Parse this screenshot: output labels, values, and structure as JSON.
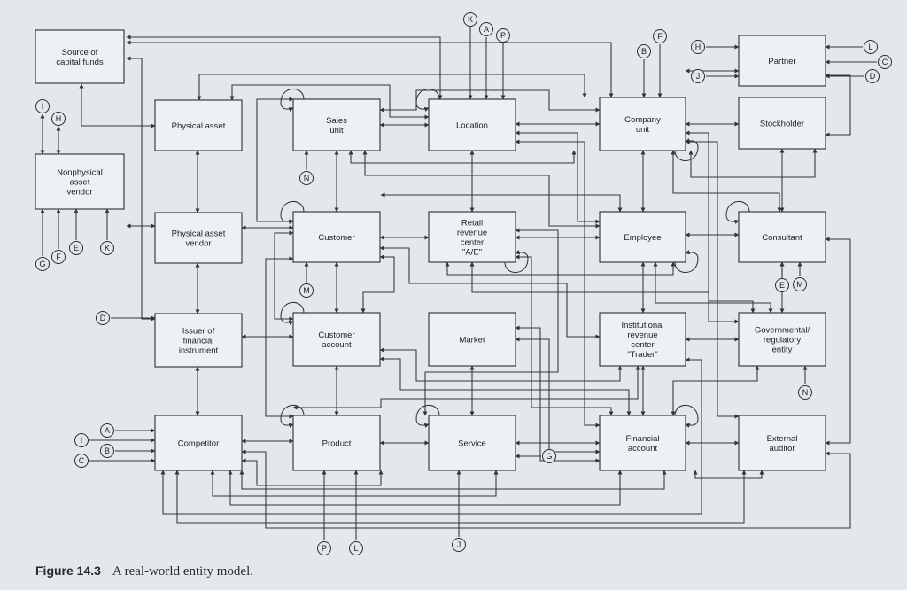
{
  "caption": {
    "number": "Figure 14.3",
    "title": "A real-world entity model."
  },
  "entities": [
    {
      "id": "src",
      "lines": [
        "Source of",
        "capital funds"
      ]
    },
    {
      "id": "nonphys",
      "lines": [
        "Nonphysical",
        "asset",
        "vendor"
      ]
    },
    {
      "id": "physasset",
      "lines": [
        "Physical asset"
      ]
    },
    {
      "id": "physvendor",
      "lines": [
        "Physical asset",
        "vendor"
      ]
    },
    {
      "id": "issuer",
      "lines": [
        "Issuer of",
        "financial",
        "instrument"
      ]
    },
    {
      "id": "competitor",
      "lines": [
        "Competitor"
      ]
    },
    {
      "id": "sales",
      "lines": [
        "Sales",
        "unit"
      ]
    },
    {
      "id": "customer",
      "lines": [
        "Customer"
      ]
    },
    {
      "id": "custacct",
      "lines": [
        "Customer",
        "account"
      ]
    },
    {
      "id": "product",
      "lines": [
        "Product"
      ]
    },
    {
      "id": "location",
      "lines": [
        "Location"
      ]
    },
    {
      "id": "retail",
      "lines": [
        "Retail",
        "revenue",
        "center",
        "\"A/E\""
      ]
    },
    {
      "id": "market",
      "lines": [
        "Market"
      ]
    },
    {
      "id": "service",
      "lines": [
        "Service"
      ]
    },
    {
      "id": "company",
      "lines": [
        "Company",
        "unit"
      ]
    },
    {
      "id": "employee",
      "lines": [
        "Employee"
      ]
    },
    {
      "id": "inst",
      "lines": [
        "Institutional",
        "revenue",
        "center",
        "\"Trader\""
      ]
    },
    {
      "id": "finacct",
      "lines": [
        "Financial",
        "account"
      ]
    },
    {
      "id": "partner",
      "lines": [
        "Partner"
      ]
    },
    {
      "id": "stock",
      "lines": [
        "Stockholder"
      ]
    },
    {
      "id": "consult",
      "lines": [
        "Consultant"
      ]
    },
    {
      "id": "gov",
      "lines": [
        "Governmental/",
        "regulatory",
        "entity"
      ]
    },
    {
      "id": "audit",
      "lines": [
        "External",
        "auditor"
      ]
    }
  ],
  "connectors": [
    {
      "id": "I1",
      "label": "I"
    },
    {
      "id": "H1",
      "label": "H"
    },
    {
      "id": "G1",
      "label": "G"
    },
    {
      "id": "F1",
      "label": "F"
    },
    {
      "id": "E1",
      "label": "E"
    },
    {
      "id": "K1",
      "label": "K"
    },
    {
      "id": "D1",
      "label": "D"
    },
    {
      "id": "A1",
      "label": "A"
    },
    {
      "id": "I2",
      "label": "I"
    },
    {
      "id": "B1",
      "label": "B"
    },
    {
      "id": "C1",
      "label": "C"
    },
    {
      "id": "N1",
      "label": "N"
    },
    {
      "id": "M1",
      "label": "M"
    },
    {
      "id": "K2",
      "label": "K"
    },
    {
      "id": "A2",
      "label": "A"
    },
    {
      "id": "P1",
      "label": "P"
    },
    {
      "id": "B2",
      "label": "B"
    },
    {
      "id": "F2",
      "label": "F"
    },
    {
      "id": "H2",
      "label": "H"
    },
    {
      "id": "J1",
      "label": "J"
    },
    {
      "id": "L1",
      "label": "L"
    },
    {
      "id": "C2",
      "label": "C"
    },
    {
      "id": "D2",
      "label": "D"
    },
    {
      "id": "E2",
      "label": "E"
    },
    {
      "id": "M2",
      "label": "M"
    },
    {
      "id": "N2",
      "label": "N"
    },
    {
      "id": "G2",
      "label": "G"
    },
    {
      "id": "P2",
      "label": "P"
    },
    {
      "id": "L2",
      "label": "L"
    },
    {
      "id": "J2",
      "label": "J"
    }
  ]
}
